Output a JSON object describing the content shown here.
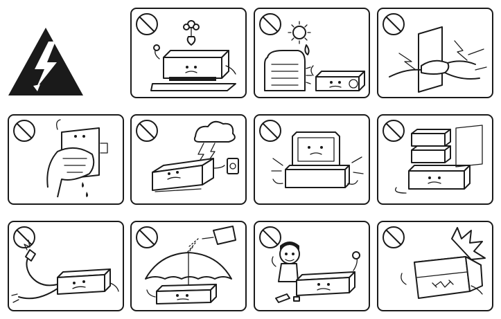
{
  "colors": {
    "ink": "#1a1a1a",
    "background": "#ffffff"
  },
  "warning_symbol": {
    "icon": "electric-shock-warning-icon"
  },
  "prohibition_icon": "prohibited-icon",
  "panels": [
    {
      "scene": "do-not-place-vase-of-water-on-device"
    },
    {
      "scene": "do-not-place-near-heater-or-sun"
    },
    {
      "scene": "do-not-use-damaged-outlet"
    },
    {
      "scene": "do-not-touch-plug-with-wet-hands"
    },
    {
      "scene": "unplug-during-lightning-storm"
    },
    {
      "scene": "do-not-place-monitor-on-device"
    },
    {
      "scene": "do-not-stack-heavy-objects-on-device"
    },
    {
      "scene": "do-not-damage-power-cord"
    },
    {
      "scene": "do-not-expose-to-rain-or-water"
    },
    {
      "scene": "keep-small-parts-away-from-children"
    },
    {
      "scene": "do-not-drop-or-crush-device"
    }
  ]
}
